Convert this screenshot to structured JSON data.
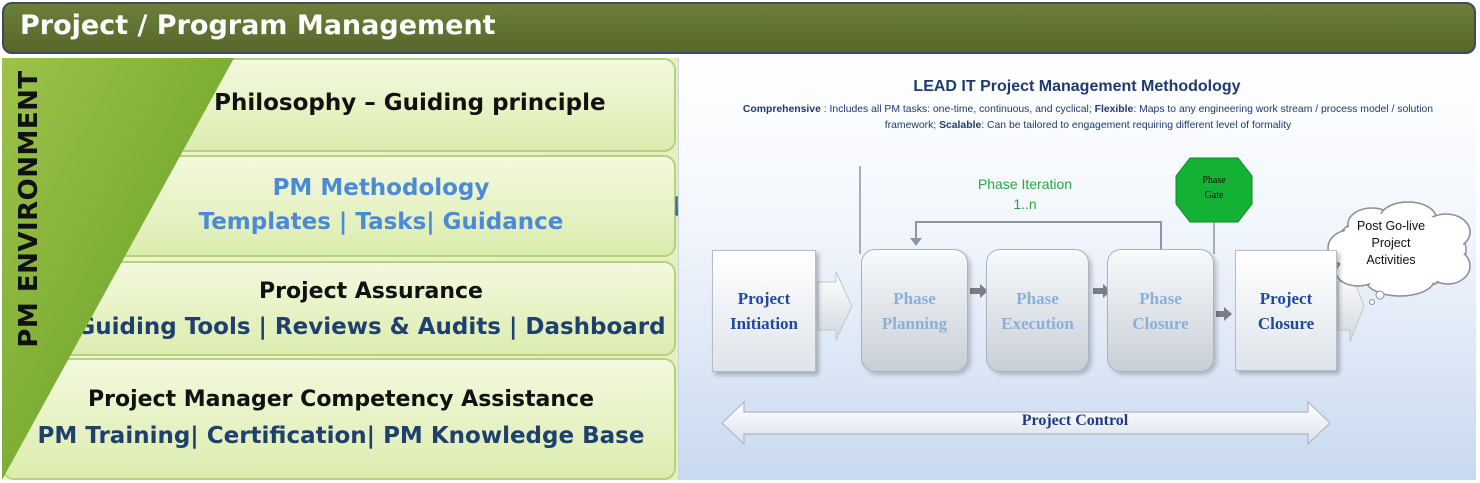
{
  "header": {
    "title": "Project / Program Management"
  },
  "sidebar": {
    "environment_label": "PM ENVIRONMENT"
  },
  "boxes": [
    {
      "line1": "PM Philosophy – Guiding principle"
    },
    {
      "line1": "PM Methodology",
      "line2": "Templates | Tasks| Guidance"
    },
    {
      "line1": "Project Assurance",
      "line2": "Guiding Tools | Reviews & Audits | Dashboard"
    },
    {
      "line1": "Project Manager Competency Assistance",
      "line2": "PM Training| Certification| PM Knowledge Base"
    }
  ],
  "methodology": {
    "title": "LEAD IT Project Management Methodology",
    "desc": {
      "k1": "Comprehensive",
      "t1": " : Includes all PM tasks: one-time, continuous, and cyclical; ",
      "k2": "Flexible",
      "t2": ": Maps to any engineering work stream / process model / solution framework; ",
      "k3": "Scalable",
      "t3": ": Can be tailored to engagement requiring different level of formality"
    },
    "stages": {
      "initiation": {
        "l1": "Project",
        "l2": "Initiation"
      },
      "planning": {
        "l1": "Phase",
        "l2": "Planning"
      },
      "execution": {
        "l1": "Phase",
        "l2": "Execution"
      },
      "phase_closure": {
        "l1": "Phase",
        "l2": "Closure"
      },
      "project_closure": {
        "l1": "Project",
        "l2": "Closure"
      }
    },
    "phase_iteration": {
      "l1": "Phase Iteration",
      "l2": "1..n"
    },
    "phase_gate": {
      "l1": "Phase",
      "l2": "Gate"
    },
    "post_golive": {
      "l1": "Post Go-live",
      "l2": "Project",
      "l3": "Activities"
    },
    "project_control": "Project Control"
  },
  "colors": {
    "header_bg": "#5f7030",
    "box_green": "#e3f0c0",
    "methodology_blue": "#4a8ad6",
    "dark_text_blue": "#1f3f6e",
    "phase_gate_green": "#13b235",
    "iteration_green": "#26a93c"
  }
}
